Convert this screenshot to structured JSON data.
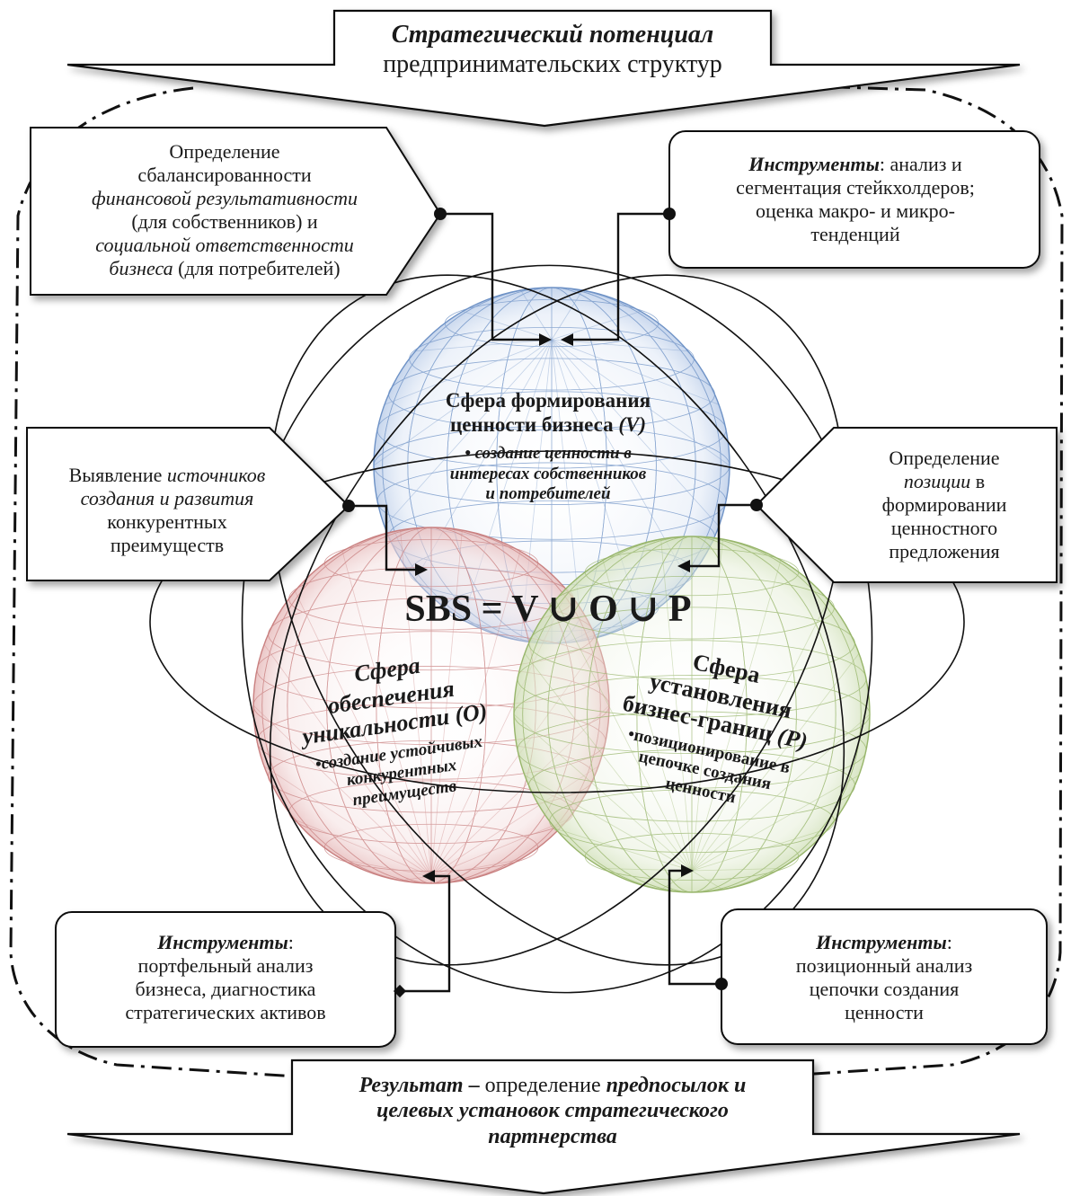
{
  "colors": {
    "sphere_v": "#6e92c6",
    "sphere_o": "#c98080",
    "sphere_p": "#97b56a",
    "ink": "#1a1a1a",
    "box_fill": "#ffffff"
  },
  "top_arrow": {
    "title": "Стратегический потенциал",
    "subtitle": "предпринимательских структур"
  },
  "bottom_arrow": {
    "lead": "Результат",
    "dash": " – ",
    "text1": "определение",
    "emph1": " предпосылок и",
    "line2": "целевых установок стратегического",
    "line3": "партнерства"
  },
  "callouts": {
    "top_left": {
      "l1": "Определение",
      "l2": "сбалансированности",
      "l3_it": "финансовой результативности",
      "l4": "(для собственников) и",
      "l5_it": "социальной ответственности",
      "l6_it": "бизнеса",
      "l6": " (для потребителей)"
    },
    "top_right": {
      "label": "Инструменты",
      "l1": ": анализ и",
      "l2": "сегментация стейкхолдеров;",
      "l3": "оценка макро- и микро-",
      "l4": "тенденций"
    },
    "mid_left": {
      "l1": "Выявление ",
      "l1_it": "источников",
      "l2_it": "создания и развития",
      "l3": "конкурентных",
      "l4": "преимуществ"
    },
    "mid_right": {
      "l1": "Определение",
      "l2_it": "позиции",
      "l2": " в",
      "l3": "формировании",
      "l4": "ценностного",
      "l5": "предложения"
    },
    "bottom_left": {
      "label": "Инструменты",
      "colon": ":",
      "l1": "портфельный анализ",
      "l2": "бизнеса, диагностика",
      "l3": "стратегических активов"
    },
    "bottom_right": {
      "label": "Инструменты",
      "colon": ":",
      "l1": "позиционный анализ",
      "l2": "цепочки создания",
      "l3": "ценности"
    }
  },
  "spheres": {
    "v": {
      "title1": "Сфера формирования",
      "title2": "ценности бизнеса ",
      "title2_it": "(V)",
      "b1": "• создание ценности в",
      "b2": "интересах собственников",
      "b3": "и потребителей"
    },
    "o": {
      "t1": "Сфера",
      "t2": "обеспечения",
      "t3": "уникальности (О)",
      "b1": "•создание устойчивых",
      "b2": "конкурентных",
      "b3": "преимуществ"
    },
    "p": {
      "t1": "Сфера",
      "t2": "установления",
      "t3": "бизнес-границ ",
      "t3_it": "(P)",
      "b1": "•позиционирование в",
      "b2": "цепочке создания",
      "b3": "ценности"
    }
  },
  "formula": "SBS = V ∪ O ∪ P"
}
